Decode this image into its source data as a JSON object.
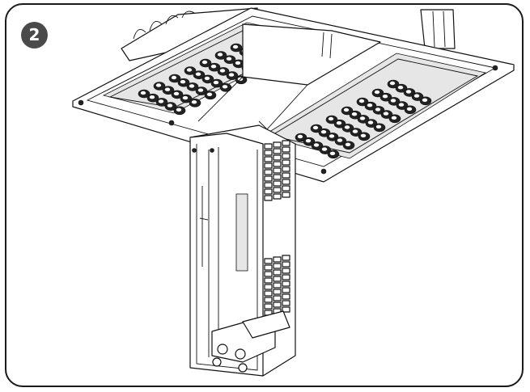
{
  "step": {
    "number": "2"
  },
  "illustration": {
    "subject": "ceiling-luminaire-with-driver-housing",
    "led_modules": 2,
    "colors": {
      "line": "#111111",
      "badge": "#4a4a4a",
      "background": "#ffffff"
    }
  }
}
